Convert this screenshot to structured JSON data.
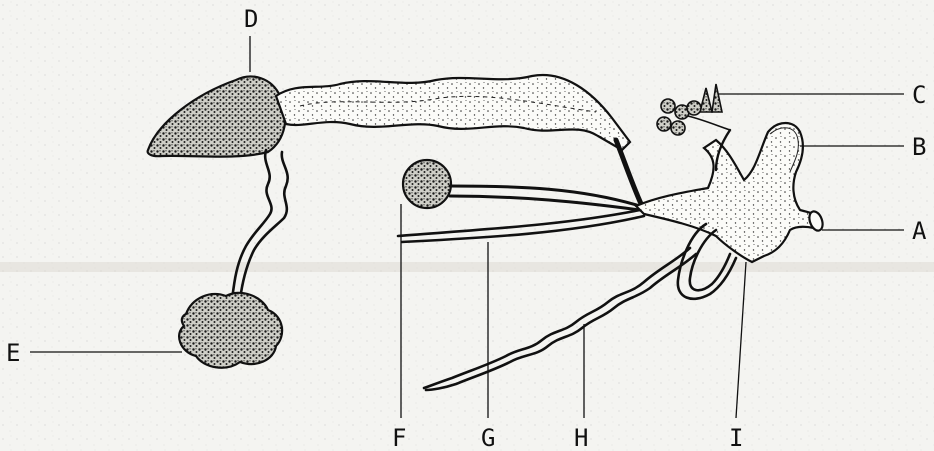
{
  "diagram": {
    "labels": {
      "A": "A",
      "B": "B",
      "C": "C",
      "D": "D",
      "E": "E",
      "F": "F",
      "G": "G",
      "H": "H",
      "I": "I"
    }
  }
}
